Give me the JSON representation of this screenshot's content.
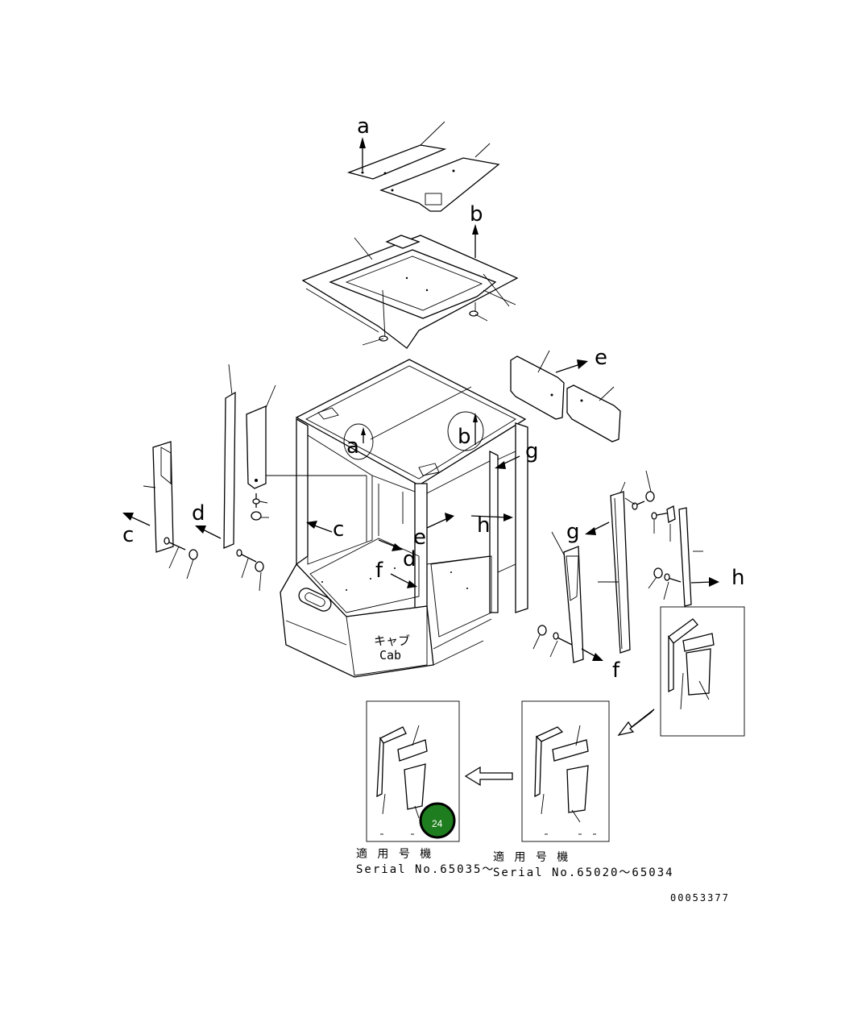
{
  "callouts": {
    "a_top": "a",
    "b_top": "b",
    "a_cab": "a",
    "b_cab": "b",
    "c_left": "c",
    "d_left": "d",
    "c_mid": "c",
    "d_mid": "d",
    "e_right": "e",
    "e_mid": "e",
    "f_mid": "f",
    "f_right": "f",
    "g_right": "g",
    "g_upper": "g",
    "h_right": "h",
    "h_mid": "h"
  },
  "cab_label": {
    "jp": "キャブ",
    "en": "Cab"
  },
  "serial_left": {
    "jp": "適 用 号 機",
    "en": "Serial No.65035～"
  },
  "serial_right": {
    "jp": "適 用 号 機",
    "en": "Serial No.65020～65034"
  },
  "drawing_number": "00053377",
  "badge": {
    "number": "24",
    "color": "#1e7d1e"
  }
}
